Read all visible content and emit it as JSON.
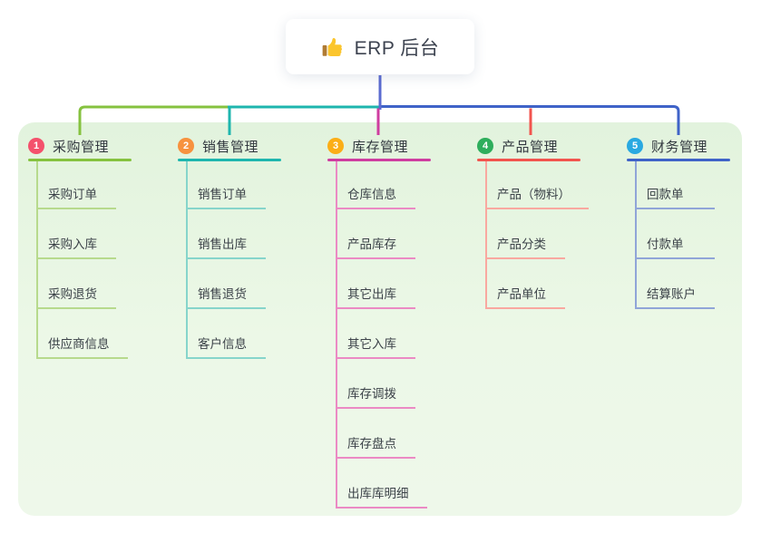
{
  "root": {
    "title": "ERP 后台",
    "icon": "thumbs-up-icon",
    "stem_color": "#5b6bd0"
  },
  "panel_color": "#eaf6e5",
  "branches": [
    {
      "badge": "1",
      "label": "采购管理",
      "badge_color": "#f4516c",
      "line_color": "#85c23f",
      "child_line_color": "#b7da8d",
      "children": [
        "采购订单",
        "采购入库",
        "采购退货",
        "供应商信息"
      ]
    },
    {
      "badge": "2",
      "label": "销售管理",
      "badge_color": "#f7923e",
      "line_color": "#1eb6ae",
      "child_line_color": "#86d5cb",
      "children": [
        "销售订单",
        "销售出库",
        "销售退货",
        "客户信息"
      ]
    },
    {
      "badge": "3",
      "label": "库存管理",
      "badge_color": "#fbae17",
      "line_color": "#cf3da0",
      "child_line_color": "#eb8ac4",
      "children": [
        "仓库信息",
        "产品库存",
        "其它出库",
        "其它入库",
        "库存调拨",
        "库存盘点",
        "出库库明细"
      ]
    },
    {
      "badge": "4",
      "label": "产品管理",
      "badge_color": "#2eae5c",
      "line_color": "#f2544e",
      "child_line_color": "#f9a8a0",
      "children": [
        "产品（物料）",
        "产品分类",
        "产品单位"
      ]
    },
    {
      "badge": "5",
      "label": "财务管理",
      "badge_color": "#29a9e1",
      "line_color": "#3f63c8",
      "child_line_color": "#90a5d8",
      "children": [
        "回款单",
        "付款单",
        "结算账户"
      ]
    }
  ]
}
